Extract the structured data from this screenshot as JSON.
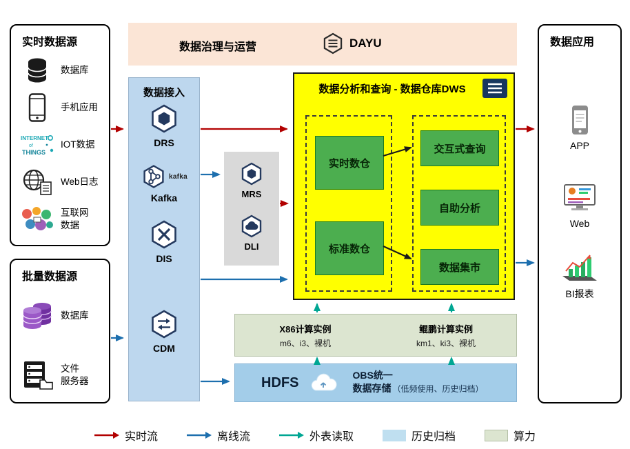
{
  "colors": {
    "realtime_flow": "#b20000",
    "offline_flow": "#1d6fae",
    "external_read": "#00a693",
    "archive_fill": "#bfdff0",
    "compute_fill": "#dce5d0",
    "dws_bg": "#ffff00",
    "green_box": "#4cae4f",
    "ingest_bg": "#bdd7ee",
    "governance_bg": "#fbe5d6",
    "gray_box": "#d9d9d9"
  },
  "realtime_sources": {
    "title": "实时数据源",
    "items": [
      {
        "icon": "database-icon",
        "label": "数据库"
      },
      {
        "icon": "mobile-app-icon",
        "label": "手机应用"
      },
      {
        "icon": "iot-icon",
        "label": "IOT数据"
      },
      {
        "icon": "web-log-icon",
        "label": "Web日志"
      },
      {
        "icon": "internet-data-icon",
        "label": "互联网\n数据"
      }
    ]
  },
  "batch_sources": {
    "title": "批量数据源",
    "items": [
      {
        "icon": "batch-database-icon",
        "label": "数据库"
      },
      {
        "icon": "file-server-icon",
        "label": "文件\n服务器"
      }
    ]
  },
  "governance": {
    "title": "数据治理与运营",
    "brand": "DAYU"
  },
  "ingestion": {
    "title": "数据接入",
    "services": [
      {
        "name": "DRS"
      },
      {
        "name": "Kafka",
        "logo": "kafka"
      },
      {
        "name": "DIS"
      },
      {
        "name": "CDM"
      }
    ]
  },
  "processing": {
    "services": [
      {
        "name": "MRS"
      },
      {
        "name": "DLI"
      }
    ]
  },
  "dws": {
    "title": "数据分析和查询 - 数据仓库DWS",
    "warehouses": [
      {
        "label": "实时数仓"
      },
      {
        "label": "标准数仓"
      }
    ],
    "consumers": [
      {
        "label": "交互式查询"
      },
      {
        "label": "自助分析"
      },
      {
        "label": "数据集市"
      }
    ]
  },
  "compute": {
    "columns": [
      {
        "title": "X86计算实例",
        "subtitle": "m6、i3、裸机"
      },
      {
        "title": "鲲鹏计算实例",
        "subtitle": "km1、ki3、裸机"
      }
    ]
  },
  "storage": {
    "name": "HDFS",
    "obs_line1": "OBS统一",
    "obs_line2": "数据存储",
    "note": "（低频使用、历史归档）"
  },
  "applications": {
    "title": "数据应用",
    "items": [
      {
        "icon": "app-phone-icon",
        "label": "APP"
      },
      {
        "icon": "web-monitor-icon",
        "label": "Web"
      },
      {
        "icon": "bi-report-icon",
        "label": "BI报表"
      }
    ]
  },
  "legend": {
    "realtime": "实时流",
    "offline": "离线流",
    "external": "外表读取",
    "archive": "历史归档",
    "compute": "算力"
  }
}
